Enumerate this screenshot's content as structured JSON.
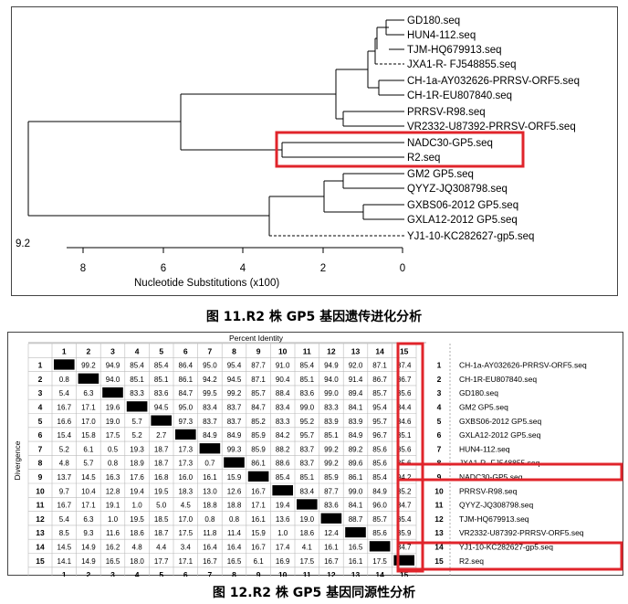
{
  "tree": {
    "scale_label": "9.2",
    "axis_ticks": [
      "8",
      "6",
      "4",
      "2",
      "0"
    ],
    "xlabel": "Nucleotide Substitutions (x100)",
    "leaves": [
      "GD180.seq",
      "HUN4-112.seq",
      "TJM-HQ679913.seq",
      "JXA1-R- FJ548855.seq",
      "CH-1a-AY032626-PRRSV-ORF5.seq",
      "CH-1R-EU807840.seq",
      "PRRSV-R98.seq",
      "VR2332-U87392-PRRSV-ORF5.seq",
      "NADC30-GP5.seq",
      "R2.seq",
      "GM2 GP5.seq",
      "QYYZ-JQ308798.seq",
      "GXBS06-2012 GP5.seq",
      "GXLA12-2012 GP5.seq",
      "YJ1-10-KC282627-gp5.seq"
    ],
    "highlight_color": "#e0242b"
  },
  "fig11_caption": "图 11.R2 株 GP5 基因遗传进化分析",
  "matrix": {
    "title": "Percent Identity",
    "side_label": "Divergence",
    "col_headers": [
      "1",
      "2",
      "3",
      "4",
      "5",
      "6",
      "7",
      "8",
      "9",
      "10",
      "11",
      "12",
      "13",
      "14",
      "15"
    ],
    "row_nums": [
      "1",
      "2",
      "3",
      "4",
      "5",
      "6",
      "7",
      "8",
      "9",
      "10",
      "11",
      "12",
      "13",
      "14",
      "15"
    ],
    "rows": [
      [
        "",
        "99.2",
        "94.9",
        "85.4",
        "85.4",
        "86.4",
        "95.0",
        "95.4",
        "87.7",
        "91.0",
        "85.4",
        "94.9",
        "92.0",
        "87.1",
        "87.4"
      ],
      [
        "0.8",
        "",
        "94.0",
        "85.1",
        "85.1",
        "86.1",
        "94.2",
        "94.5",
        "87.1",
        "90.4",
        "85.1",
        "94.0",
        "91.4",
        "86.7",
        "86.7"
      ],
      [
        "5.4",
        "6.3",
        "",
        "83.3",
        "83.6",
        "84.7",
        "99.5",
        "99.2",
        "85.7",
        "88.4",
        "83.6",
        "99.0",
        "89.4",
        "85.7",
        "85.6"
      ],
      [
        "16.7",
        "17.1",
        "19.6",
        "",
        "94.5",
        "95.0",
        "83.4",
        "83.7",
        "84.7",
        "83.4",
        "99.0",
        "83.3",
        "84.1",
        "95.4",
        "84.4"
      ],
      [
        "16.6",
        "17.0",
        "19.0",
        "5.7",
        "",
        "97.3",
        "83.7",
        "83.7",
        "85.2",
        "83.3",
        "95.2",
        "83.9",
        "83.9",
        "95.7",
        "84.6"
      ],
      [
        "15.4",
        "15.8",
        "17.5",
        "5.2",
        "2.7",
        "",
        "84.9",
        "84.9",
        "85.9",
        "84.2",
        "95.7",
        "85.1",
        "84.9",
        "96.7",
        "85.1"
      ],
      [
        "5.2",
        "6.1",
        "0.5",
        "19.3",
        "18.7",
        "17.3",
        "",
        "99.3",
        "85.9",
        "88.2",
        "83.7",
        "99.2",
        "89.2",
        "85.6",
        "85.6"
      ],
      [
        "4.8",
        "5.7",
        "0.8",
        "18.9",
        "18.7",
        "17.3",
        "0.7",
        "",
        "86.1",
        "88.6",
        "83.7",
        "99.2",
        "89.6",
        "85.6",
        "85.6"
      ],
      [
        "13.7",
        "14.5",
        "16.3",
        "17.6",
        "16.8",
        "16.0",
        "16.1",
        "15.9",
        "",
        "85.4",
        "85.1",
        "85.9",
        "86.1",
        "85.4",
        "94.2"
      ],
      [
        "9.7",
        "10.4",
        "12.8",
        "19.4",
        "19.5",
        "18.3",
        "13.0",
        "12.6",
        "16.7",
        "",
        "83.4",
        "87.7",
        "99.0",
        "84.9",
        "85.2"
      ],
      [
        "16.7",
        "17.1",
        "19.1",
        "1.0",
        "5.0",
        "4.5",
        "18.8",
        "18.8",
        "17.1",
        "19.4",
        "",
        "83.6",
        "84.1",
        "96.0",
        "84.7"
      ],
      [
        "5.4",
        "6.3",
        "1.0",
        "19.5",
        "18.5",
        "17.0",
        "0.8",
        "0.8",
        "16.1",
        "13.6",
        "19.0",
        "",
        "88.7",
        "85.7",
        "85.4"
      ],
      [
        "8.5",
        "9.3",
        "11.6",
        "18.6",
        "18.7",
        "17.5",
        "11.8",
        "11.4",
        "15.9",
        "1.0",
        "18.6",
        "12.4",
        "",
        "85.6",
        "85.9"
      ],
      [
        "14.5",
        "14.9",
        "16.2",
        "4.8",
        "4.4",
        "3.4",
        "16.4",
        "16.4",
        "16.7",
        "17.4",
        "4.1",
        "16.1",
        "16.5",
        "",
        "84.7"
      ],
      [
        "14.1",
        "14.9",
        "16.5",
        "18.0",
        "17.7",
        "17.1",
        "16.7",
        "16.5",
        "6.1",
        "16.9",
        "17.5",
        "16.7",
        "16.1",
        "17.5",
        ""
      ]
    ],
    "seq_names": [
      "CH-1a-AY032626-PRRSV-ORF5.seq",
      "CH-1R-EU807840.seq",
      "GD180.seq",
      "GM2 GP5.seq",
      "GXBS06-2012 GP5.seq",
      "GXLA12-2012 GP5.seq",
      "HUN4-112.seq",
      "JXA1-R- FJ548855.seq",
      "NADC30-GP5.seq",
      "PRRSV-R98.seq",
      "QYYZ-JQ308798.seq",
      "TJM-HQ679913.seq",
      "VR2332-U87392-PRRSV-ORF5.seq",
      "YJ1-10-KC282627-gp5.seq",
      "R2.seq"
    ],
    "highlight_color": "#e0242b"
  },
  "fig12_caption": "图 12.R2 株 GP5 基因同源性分析"
}
